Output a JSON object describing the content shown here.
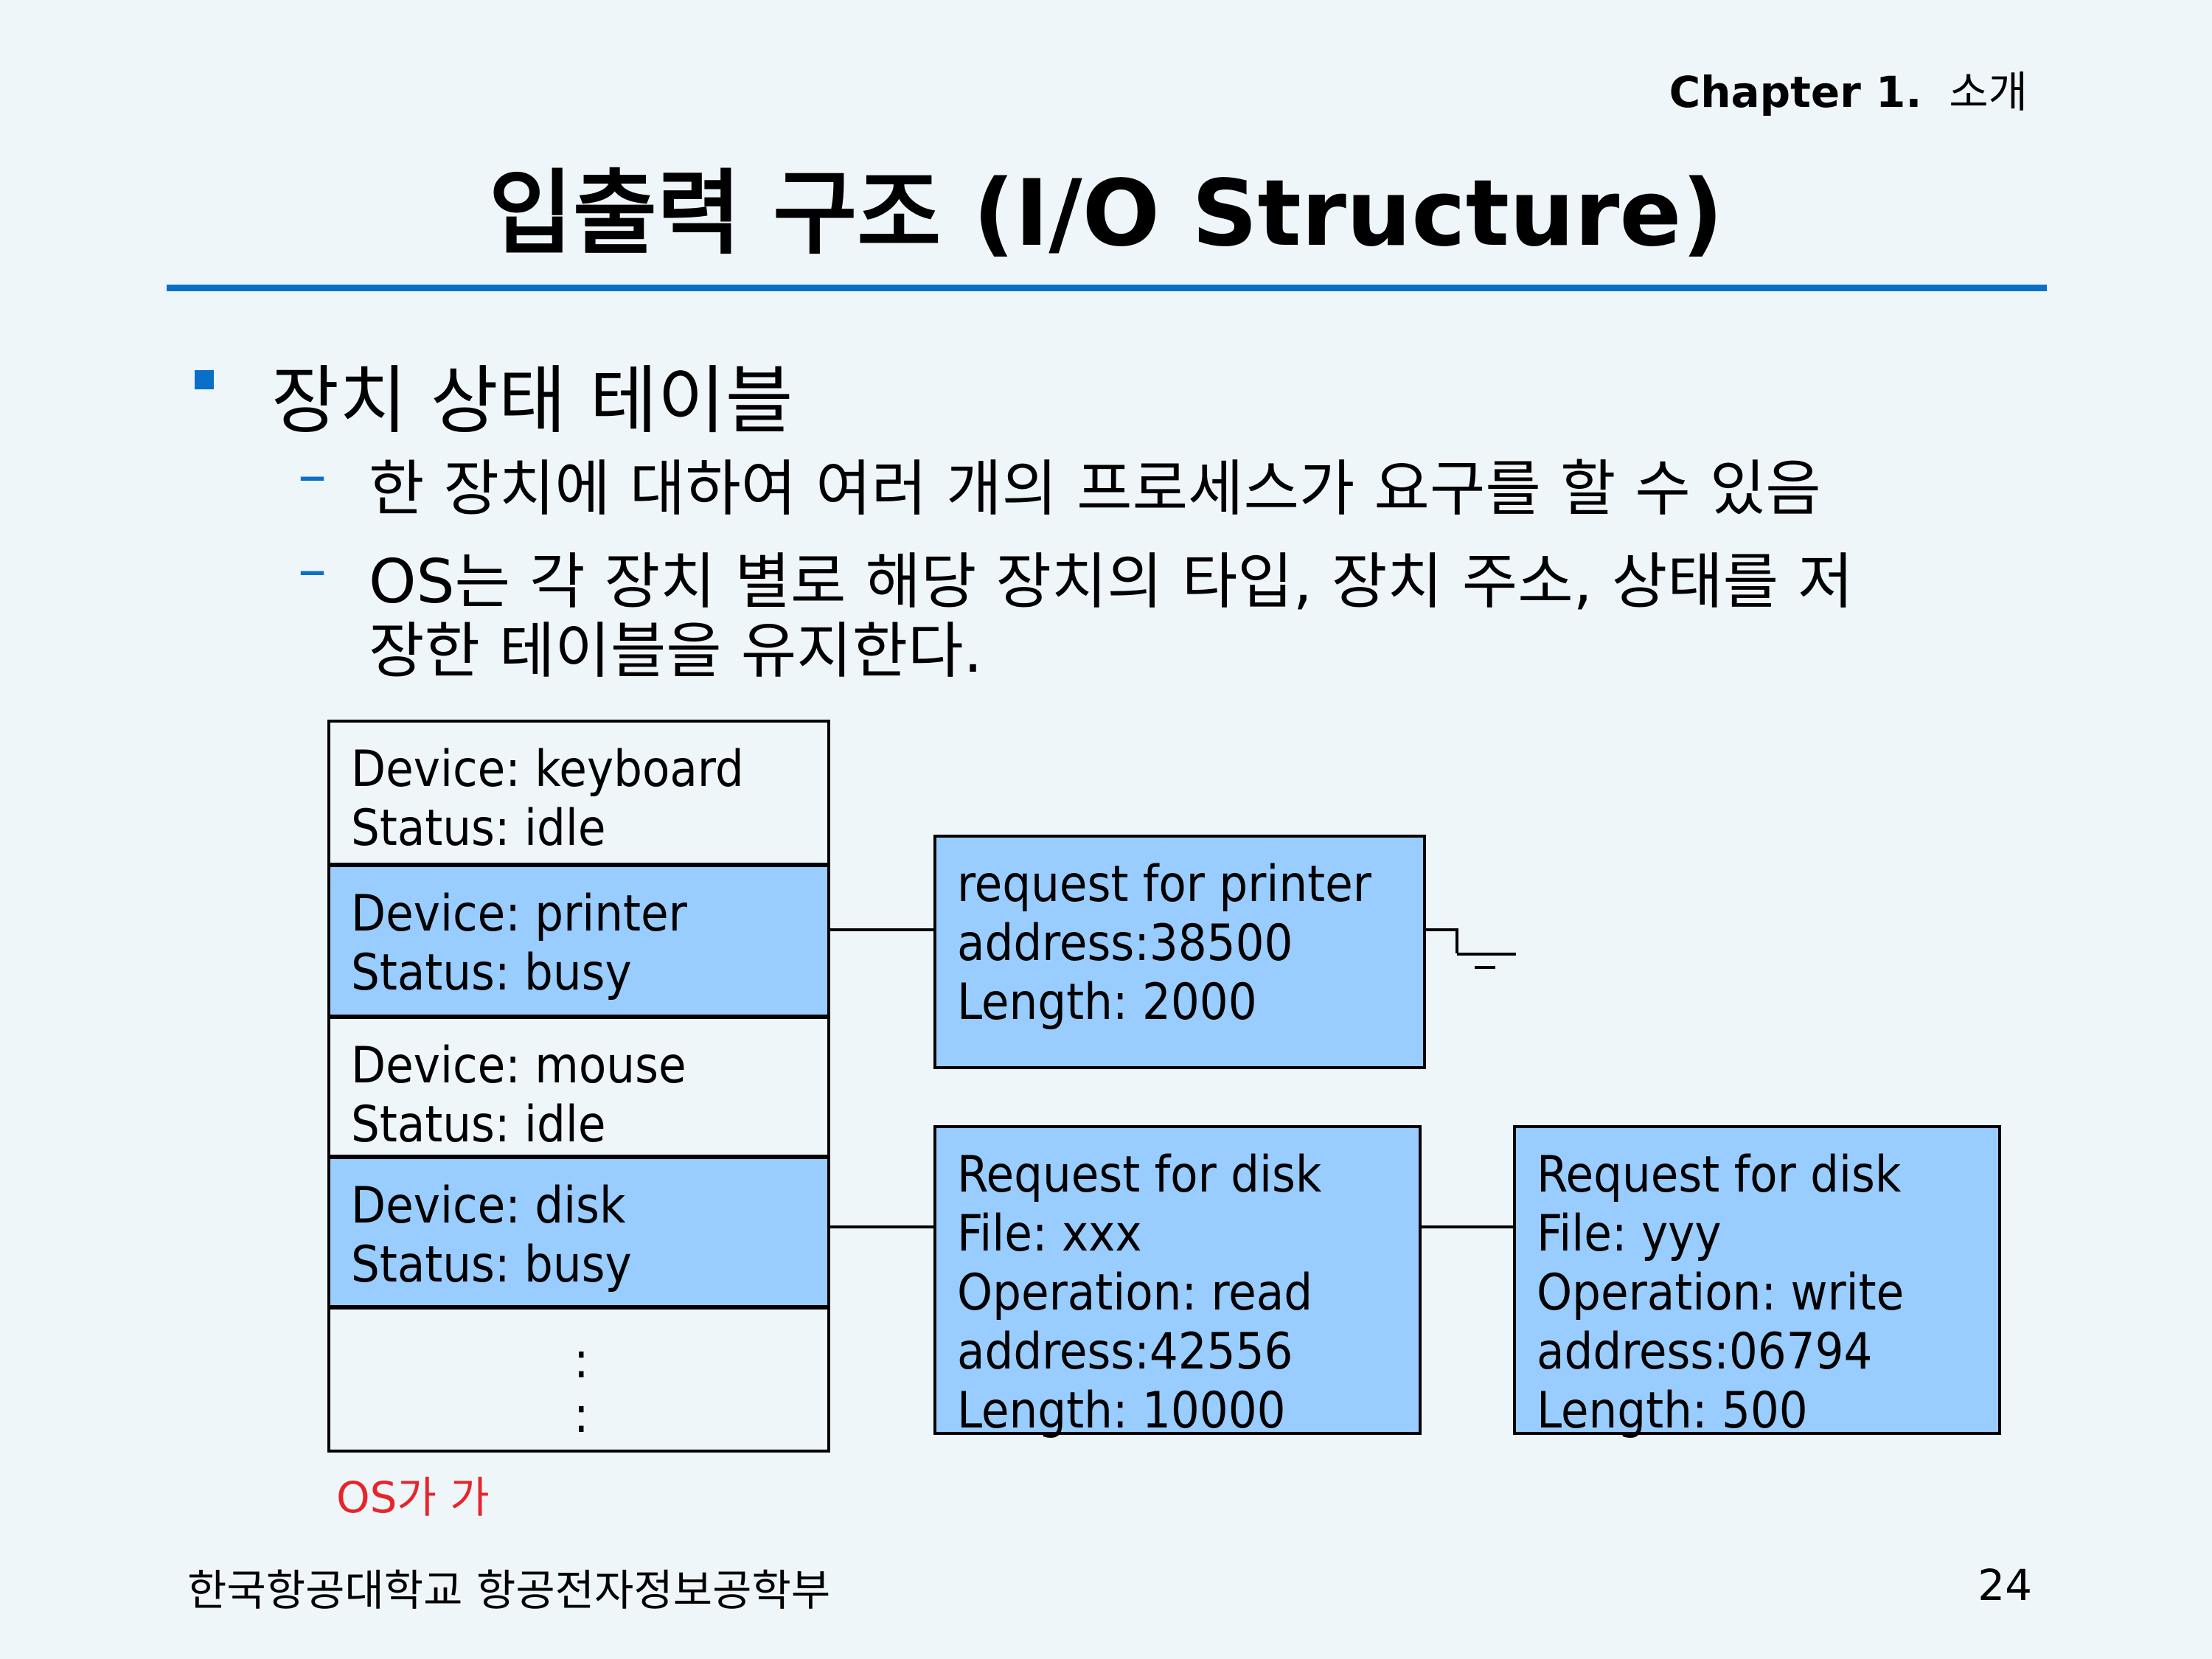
{
  "header": {
    "chapter_label": "Chapter 1.",
    "chapter_topic": "소개",
    "title": "입출력 구조 (I/O Structure)"
  },
  "accent_color": "#0a6fc9",
  "box_fill_color": "#99ccff",
  "note_color": "#e8242b",
  "content": {
    "bullet_icon": "square-bullet-icon",
    "bullet": "장치 상태 테이블",
    "sub_items": [
      {
        "lines": [
          "한 장치에 대하여 여러 개의 프로세스가 요구를 할 수 있음"
        ]
      },
      {
        "lines": [
          "OS는 각 장치 별로 해당 장치의 타입, 장치 주소, 상태를 저",
          "장한 테이블을 유지한다."
        ]
      }
    ]
  },
  "device_table": [
    {
      "device": "Device: keyboard",
      "status": "Status: idle"
    },
    {
      "device": "Device: printer",
      "status": "Status: busy"
    },
    {
      "device": "Device: mouse",
      "status": "Status: idle"
    },
    {
      "device": "Device: disk",
      "status": "Status: busy"
    }
  ],
  "device_table_more": [
    ":",
    ":"
  ],
  "requests": {
    "printer": [
      "request for printer",
      "address:38500",
      "Length: 2000"
    ],
    "disk_1": [
      "Request for disk",
      "File: xxx",
      "Operation: read",
      "address:42556",
      "Length: 10000"
    ],
    "disk_2": [
      "Request for disk",
      "File: yyy",
      "Operation: write",
      "address:06794",
      "Length: 500"
    ]
  },
  "null_pointer_icon": "ground-symbol-icon",
  "note": "OS가 가",
  "footer": {
    "school": "한국항공대학교 항공전자정보공학부",
    "page": "24"
  }
}
